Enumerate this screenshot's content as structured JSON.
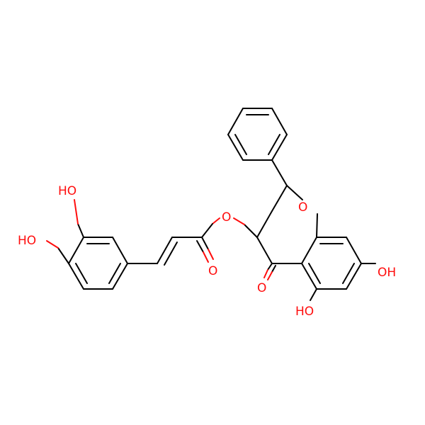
{
  "molecule": {
    "atom_color": "#ff0d0d",
    "bond_color": "#000000",
    "labels": {
      "ho_top": "HO",
      "ho_left": "HO",
      "o_ester": "O",
      "o_carbonyl_ester": "O",
      "o_ring": "O",
      "o_ketone": "O",
      "ho_right": "OH",
      "ho_bottom": "HO"
    }
  }
}
